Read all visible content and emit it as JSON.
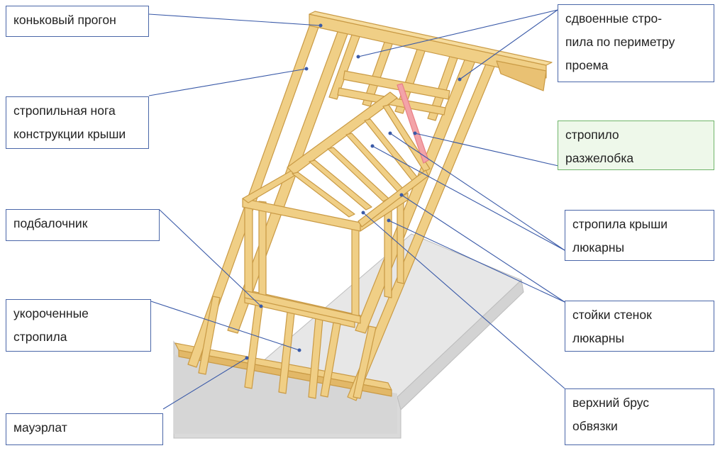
{
  "colors": {
    "wood_fill": "#f0cf86",
    "wood_edge": "#c99a45",
    "slab_top": "#e7e7e7",
    "slab_side": "#cfcfcf",
    "leader": "#3a5aa8",
    "box_border": "#4a66a8",
    "highlight_fill": "#eef8ea",
    "highlight_border": "#6fb56a",
    "valley_rafter": "#e87f86"
  },
  "labels": [
    {
      "id": "ridge-beam",
      "text": "коньковый прогон"
    },
    {
      "id": "roof-rafter",
      "text": "стропильная нога\nконструкции крыши"
    },
    {
      "id": "trimmer-beam",
      "text": "подбалочник"
    },
    {
      "id": "short-rafters",
      "text": "укороченные\nстропила"
    },
    {
      "id": "wall-plate",
      "text": "мауэрлат"
    },
    {
      "id": "doubled-rafters",
      "text": "сдвоенные стро-\nпила по периметру\nпроема"
    },
    {
      "id": "valley-rafter",
      "text": "стропило\nразжелобка",
      "highlighted": true
    },
    {
      "id": "dormer-rafters",
      "text": "стропила крыши\nлюкарны"
    },
    {
      "id": "dormer-studs",
      "text": "стойки стенок\nлюкарны"
    },
    {
      "id": "top-plate",
      "text": "верхний брус\nобвязки"
    }
  ]
}
